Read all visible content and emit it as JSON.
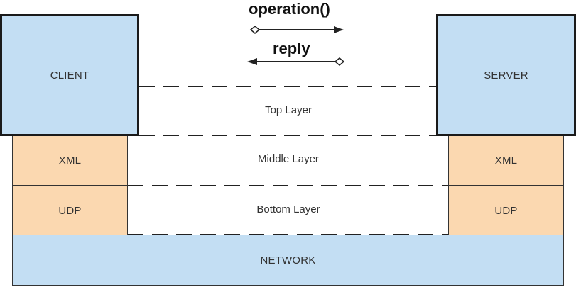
{
  "messages": {
    "request": "operation()",
    "response": "reply"
  },
  "client": {
    "name": "CLIENT",
    "presentation": "XML",
    "transport": "UDP"
  },
  "server": {
    "name": "SERVER",
    "presentation": "XML",
    "transport": "UDP"
  },
  "layers": {
    "top": "Top Layer",
    "middle": "Middle Layer",
    "bottom": "Bottom Layer"
  },
  "network": "NETWORK",
  "colors": {
    "blue": "#c3def3",
    "orange": "#fbd8b0",
    "outline": "#1a1a1a"
  }
}
